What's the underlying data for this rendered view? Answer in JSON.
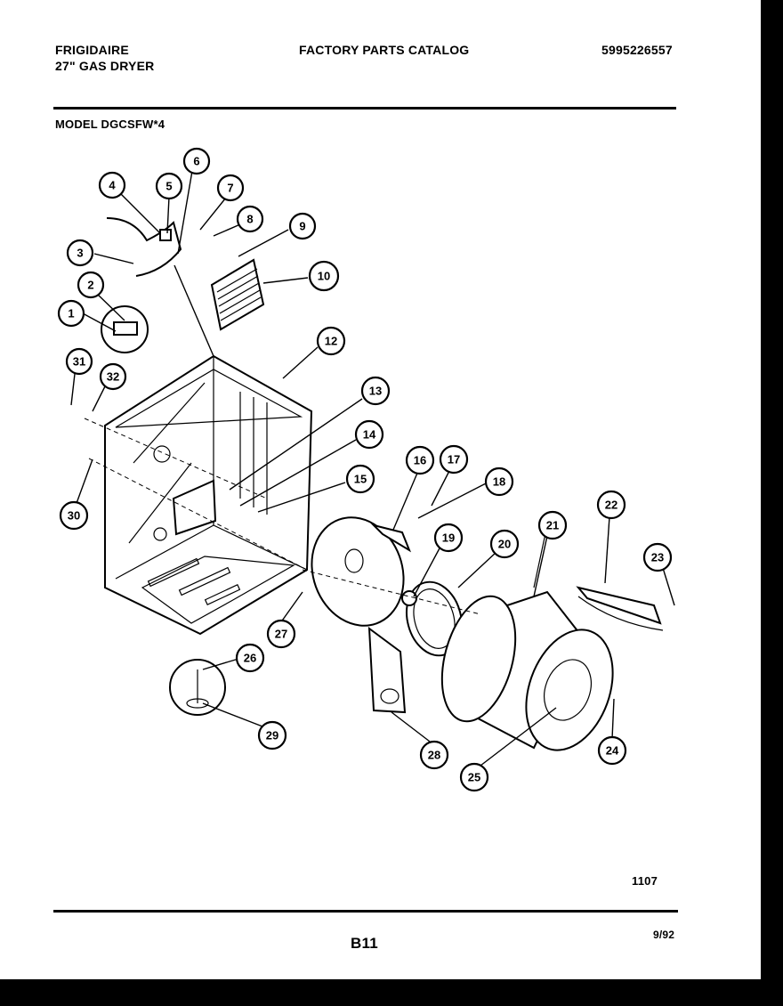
{
  "header": {
    "brand": "FRIGIDAIRE",
    "product": "27\" GAS DRYER",
    "catalog_title": "FACTORY PARTS CATALOG",
    "catalog_number": "5995226557",
    "model": "MODEL DGCSFW*4"
  },
  "footer": {
    "figure_code": "1107",
    "page": "B11",
    "date": "9/92"
  },
  "callouts": [
    "1",
    "2",
    "3",
    "4",
    "5",
    "6",
    "7",
    "8",
    "9",
    "10",
    "12",
    "13",
    "14",
    "15",
    "16",
    "17",
    "18",
    "19",
    "20",
    "21",
    "22",
    "23",
    "24",
    "25",
    "26",
    "27",
    "28",
    "29",
    "30",
    "31",
    "32"
  ]
}
